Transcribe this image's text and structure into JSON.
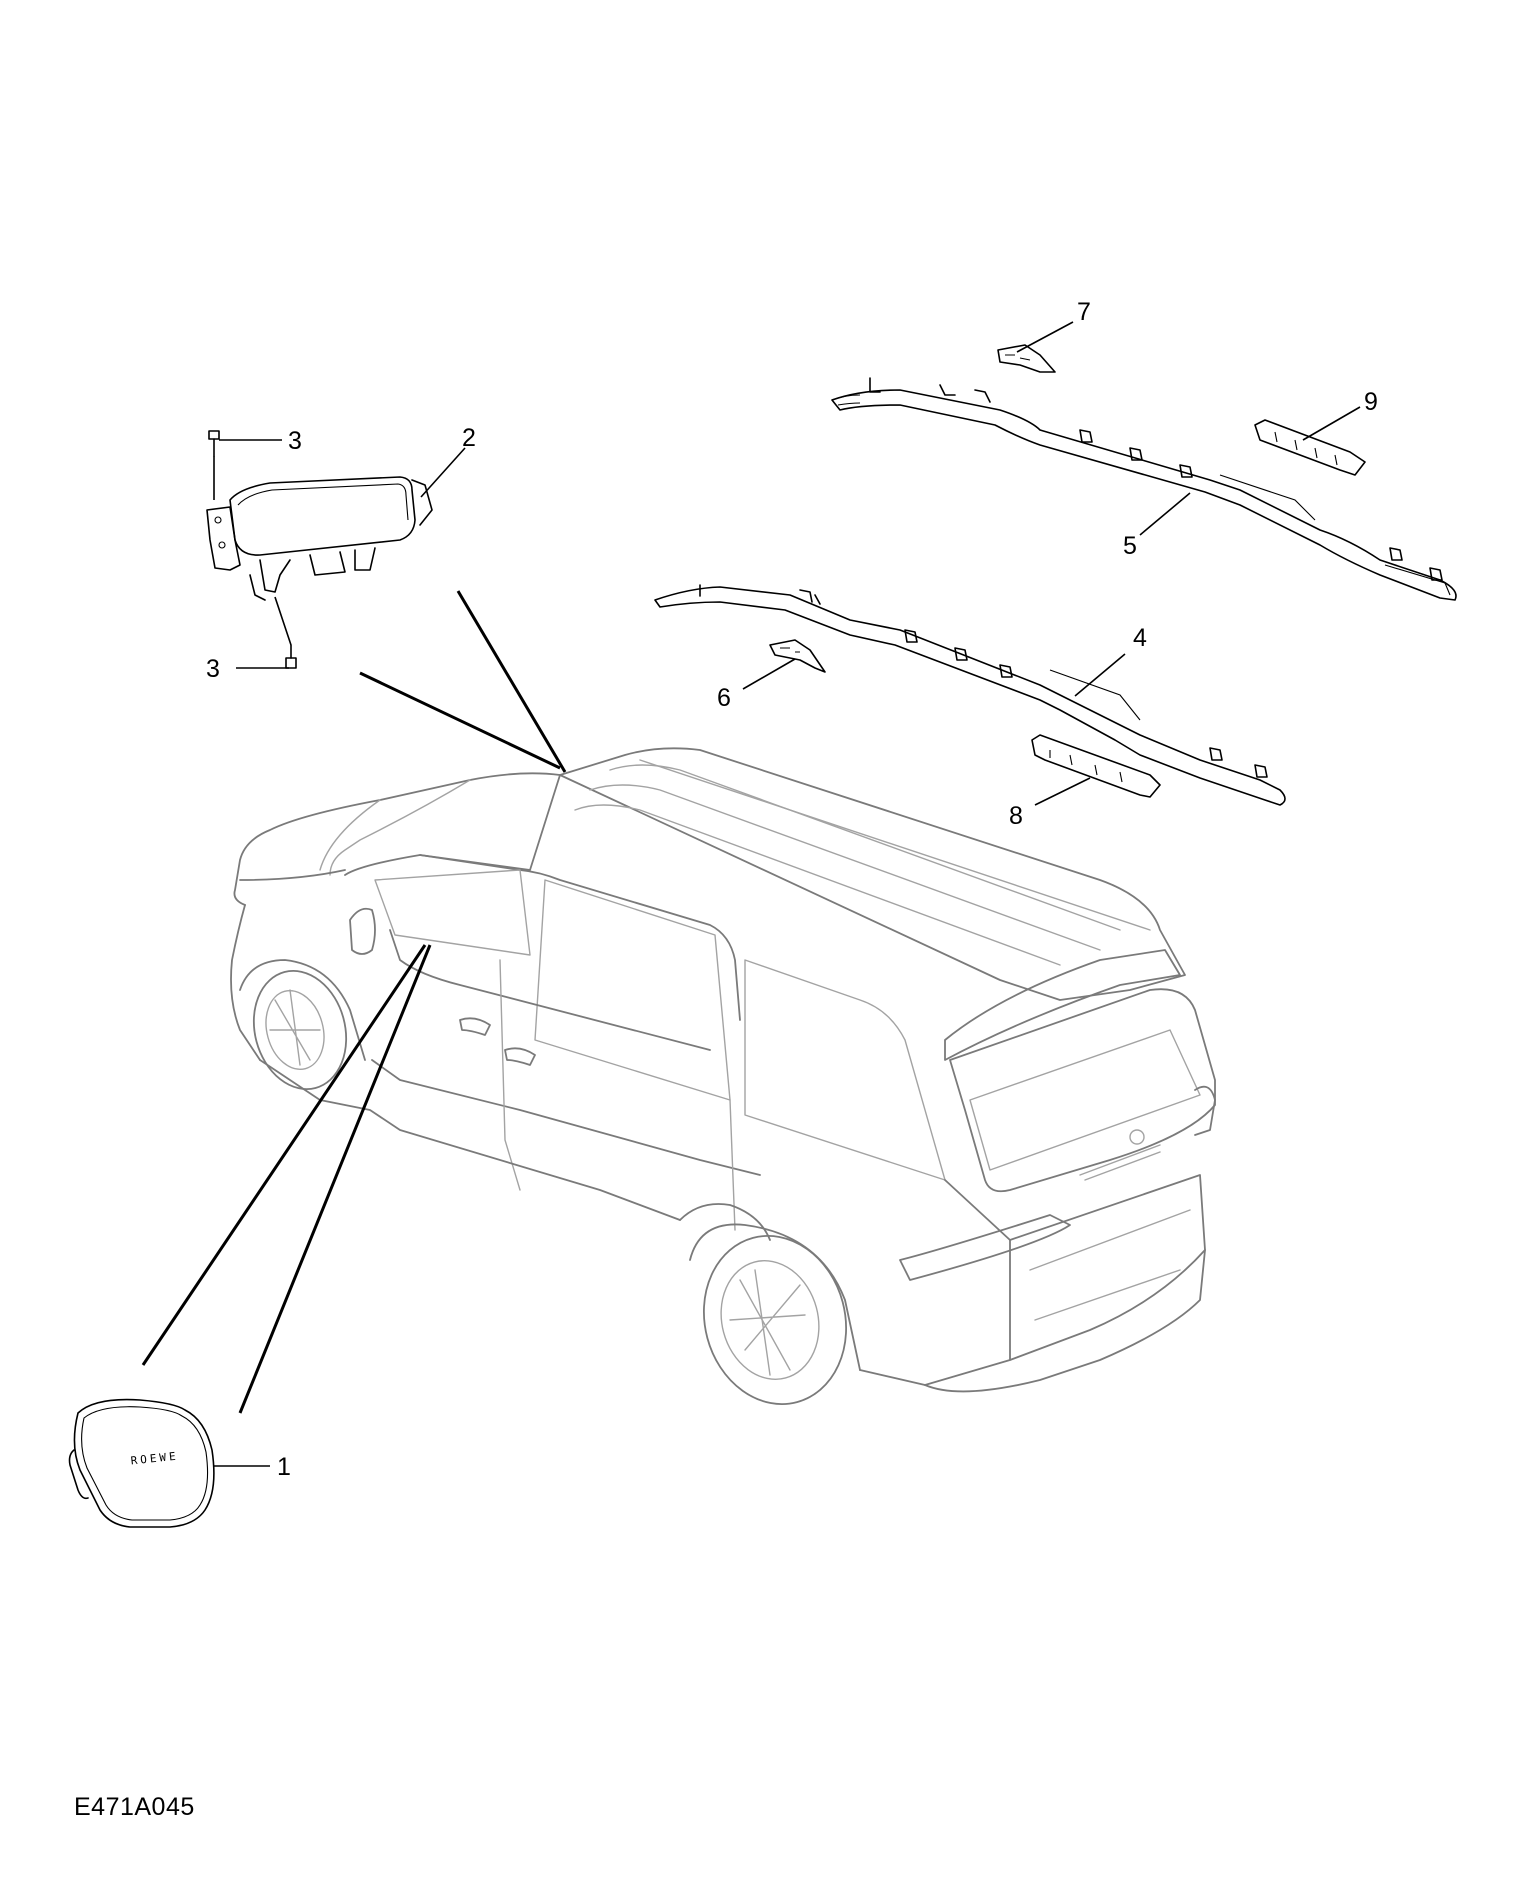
{
  "drawing_id": "E471A045",
  "callouts": {
    "c1": "1",
    "c2": "2",
    "c3_top": "3",
    "c3_bottom": "3",
    "c4": "4",
    "c5": "5",
    "c6": "6",
    "c7": "7",
    "c8": "8",
    "c9": "9"
  },
  "emblem_text": "ROEWE",
  "colors": {
    "part_outline": "#000000",
    "vehicle_outline": "#7a7a7a"
  }
}
